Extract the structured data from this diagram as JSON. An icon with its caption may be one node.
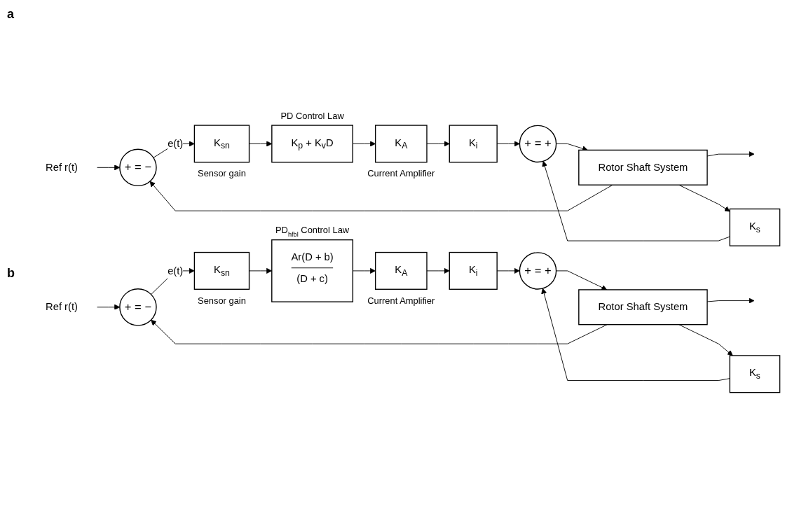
{
  "diagram": {
    "nodes": [
      {
        "text": [
          "Ref r(t)"
        ]
      },
      {
        "text": [
          "+",
          "=",
          "−"
        ]
      },
      {
        "text": [
          "K$_{sn}$"
        ],
        "beside": [
          "Sensor gain"
        ]
      },
      {
        "text": [
          "K$_{p}$ + K$_{v}$D"
        ],
        "beside": [
          "PD Control Law"
        ]
      },
      {
        "text": [
          "K$_{A}$"
        ],
        "beside": [
          "Current Amplifier"
        ]
      },
      {
        "text": [
          "K$_{i}$"
        ]
      },
      {
        "text": [
          "+",
          "=",
          "+"
        ]
      },
      {
        "text": [
          "Rotor Shaft System"
        ]
      },
      {
        "text": [
          "K$_{s}$"
        ]
      },
      {
        "text": [
          "Ref r(t)"
        ]
      },
      {
        "text": [
          "+",
          "=",
          "−"
        ]
      },
      {
        "text": [
          "K$_{sn}$"
        ],
        "beside": [
          "Sensor gain"
        ]
      },
      {
        "text": [
          "Ar(D + b)",
          "(D + c)"
        ],
        "beside": [
          "PD$_{hfbl}$ Control Law"
        ]
      },
      {
        "text": [
          "K$_{A}$"
        ],
        "beside": [
          "Current Amplifier"
        ]
      },
      {
        "text": [
          "K$_{i}$"
        ]
      },
      {
        "text": [
          "+",
          "=",
          "+"
        ]
      },
      {
        "text": [
          "Rotor Shaft System"
        ]
      },
      {
        "text": [
          "K$_{s}$"
        ]
      }
    ],
    "edges": [
      {
        "from": 0,
        "to": 1,
        "arrow": "to"
      },
      {
        "from": 1,
        "to": 2,
        "arrow": "to",
        "label": "e(t)"
      },
      {
        "from": 2,
        "to": 3,
        "arrow": "to"
      },
      {
        "from": 3,
        "to": 4,
        "arrow": "to"
      },
      {
        "from": 4,
        "to": 5,
        "arrow": "to"
      },
      {
        "from": 5,
        "to": 6,
        "arrow": "to"
      },
      {
        "from": 6,
        "to": 7,
        "arrow": "to"
      },
      {
        "from": 7,
        "to": null,
        "arrow": "to"
      },
      {
        "from": 7,
        "to": 8,
        "arrow": "to"
      },
      {
        "from": 8,
        "to": 6,
        "arrow": "to"
      },
      {
        "from": 7,
        "to": 1,
        "arrow": "to"
      },
      {
        "from": 9,
        "to": 10,
        "arrow": "to"
      },
      {
        "from": 10,
        "to": 11,
        "arrow": "to",
        "label": "e(t)"
      },
      {
        "from": 11,
        "to": 12,
        "arrow": "to"
      },
      {
        "from": 12,
        "to": 13,
        "arrow": "to"
      },
      {
        "from": 13,
        "to": 14,
        "arrow": "to"
      },
      {
        "from": 14,
        "to": 15,
        "arrow": "to"
      },
      {
        "from": 15,
        "to": 16,
        "arrow": "to"
      },
      {
        "from": 16,
        "to": null,
        "arrow": "to"
      },
      {
        "from": 16,
        "to": 17,
        "arrow": "to"
      },
      {
        "from": 17,
        "to": 15,
        "arrow": "to"
      },
      {
        "from": 16,
        "to": 10,
        "arrow": "to"
      }
    ],
    "labels": [
      "a",
      "b"
    ]
  }
}
